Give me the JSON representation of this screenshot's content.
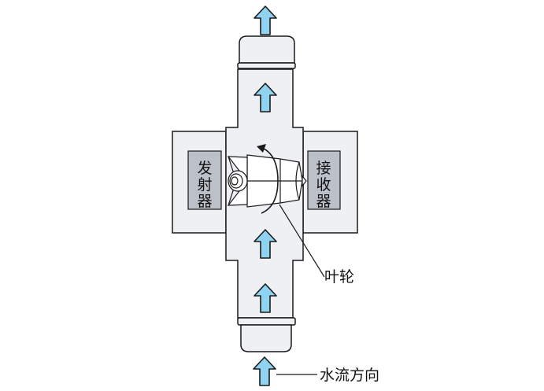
{
  "labels": {
    "emitter": [
      "发",
      "射",
      "器"
    ],
    "receiver": [
      "接",
      "收",
      "器"
    ],
    "impeller": "叶轮",
    "flow_direction": "水流方向"
  },
  "colors": {
    "arrow_fill": "#8fd3f0",
    "body_fill": "#eef0f3",
    "sensor_fill": "#bcc1c9",
    "line": "#1a1a1a"
  }
}
